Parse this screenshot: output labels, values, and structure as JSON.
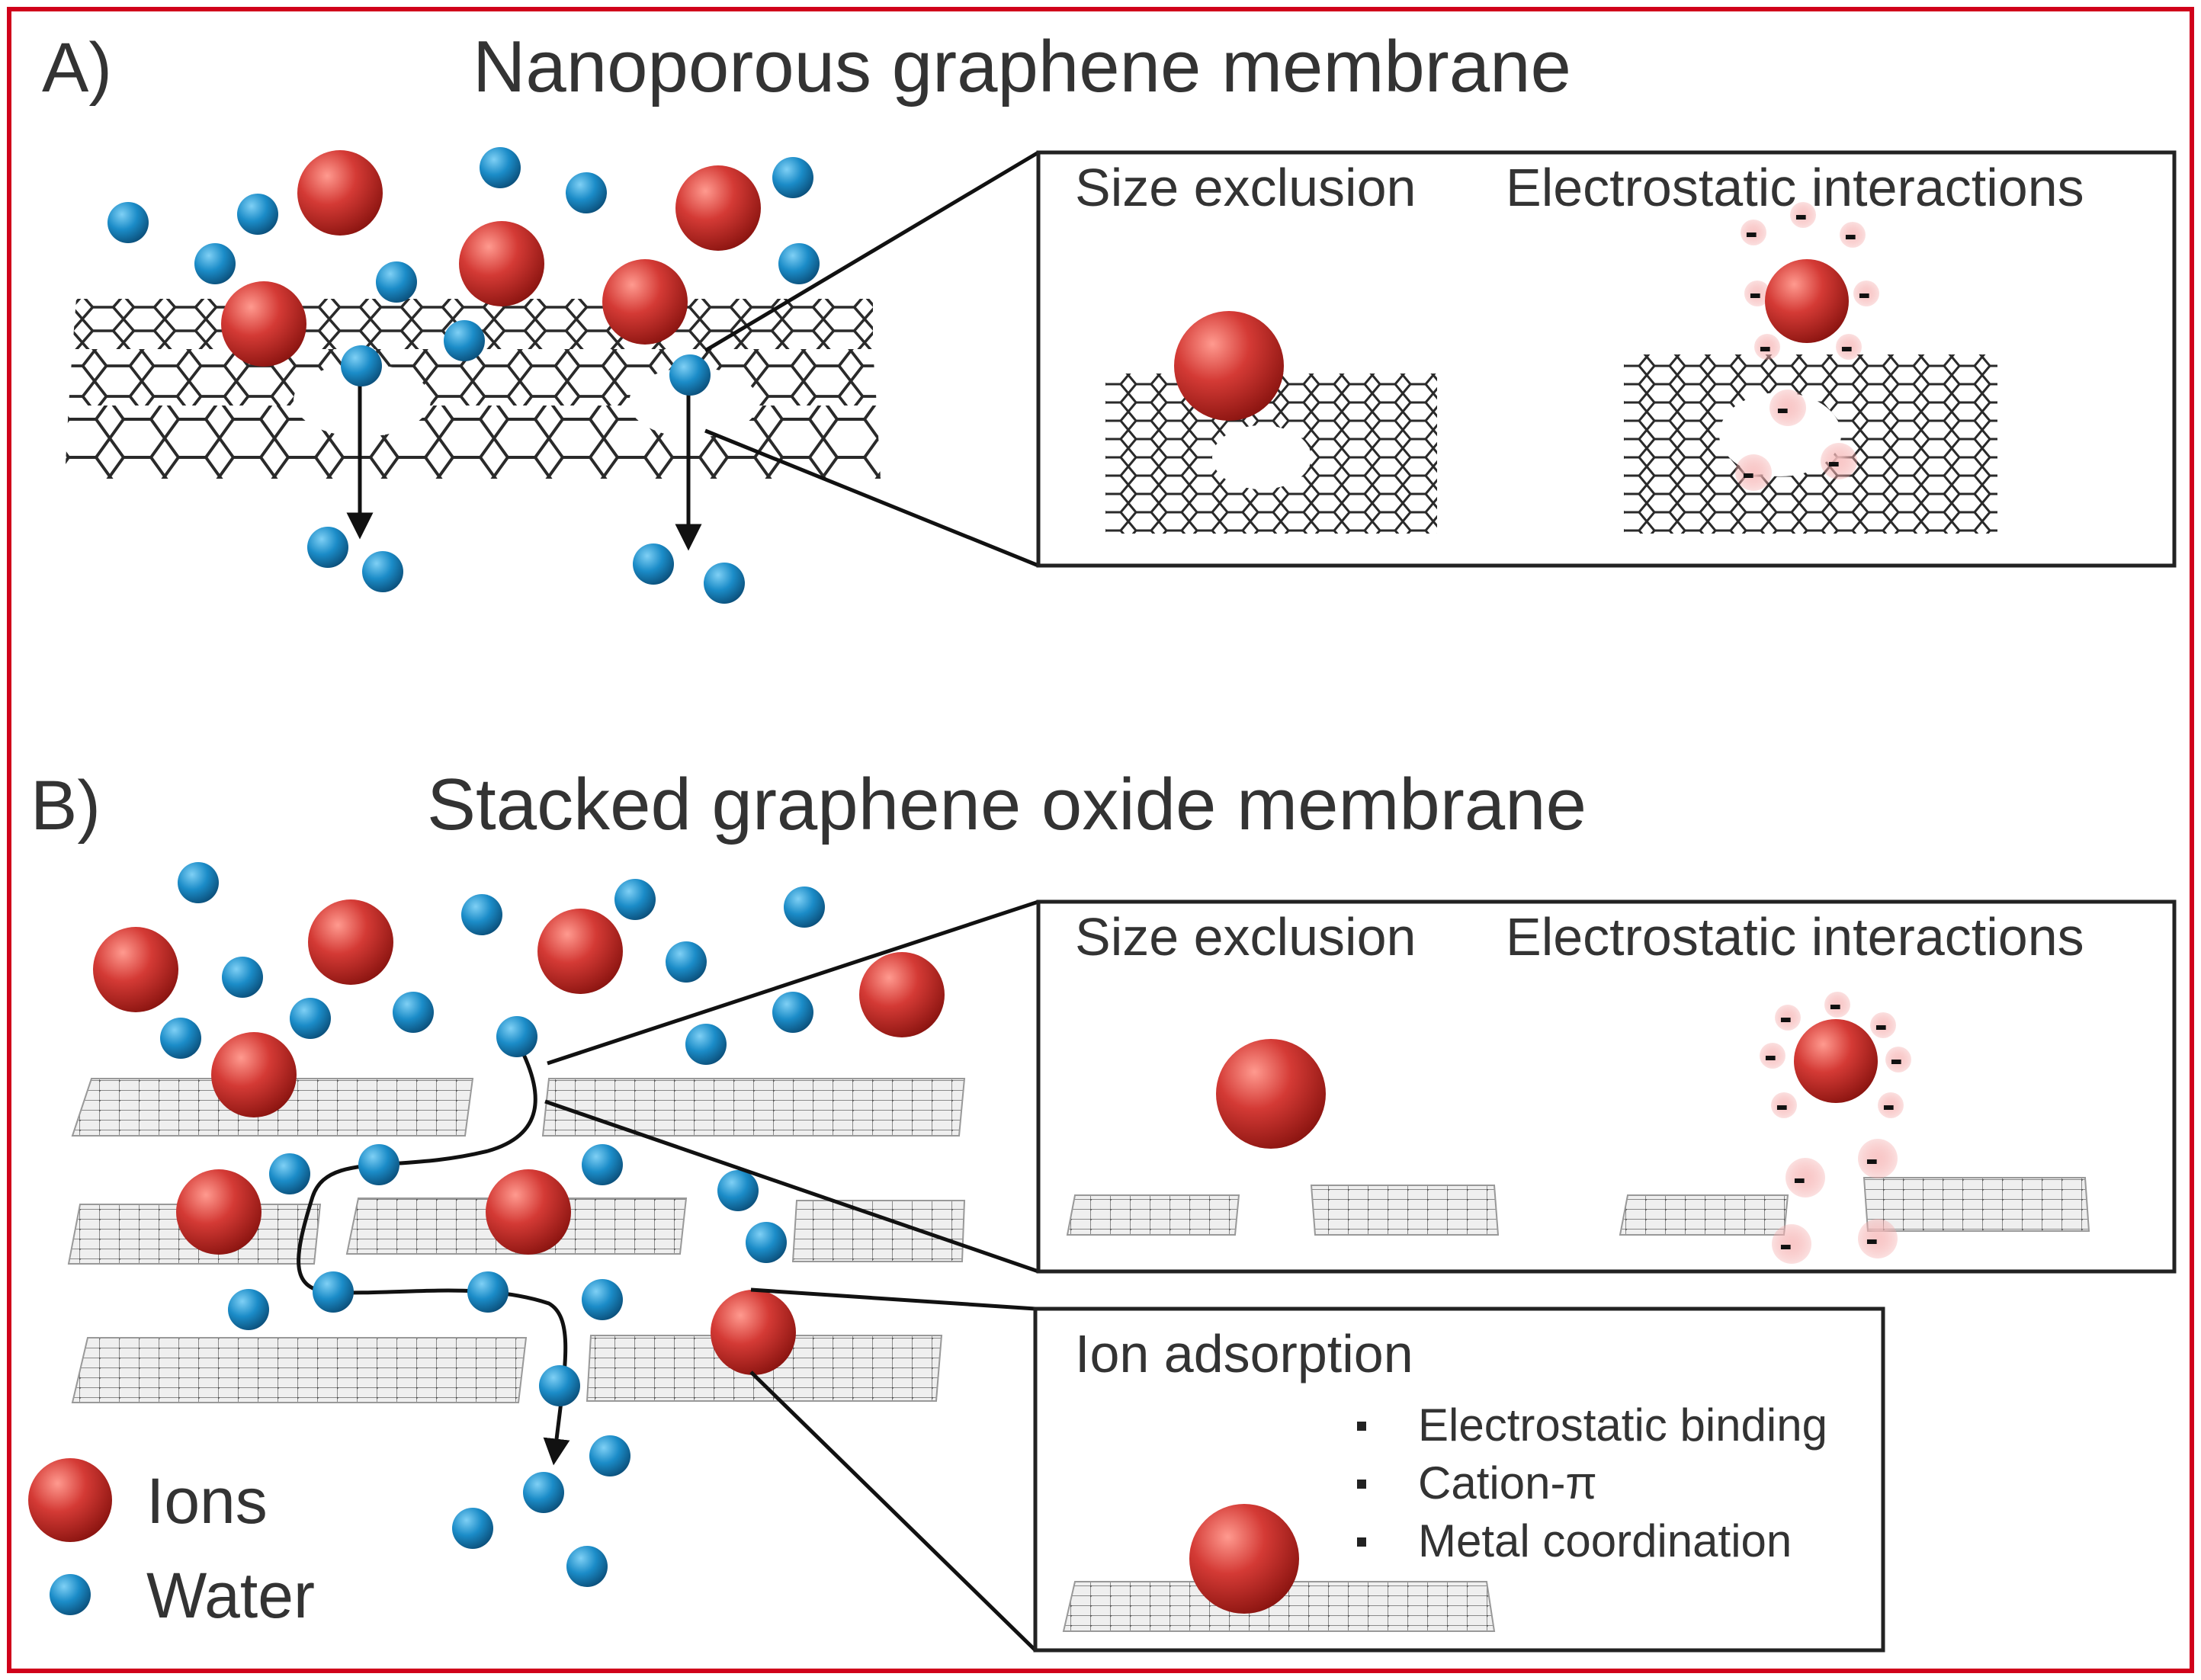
{
  "panel_a": {
    "letter": "A)",
    "title": "Nanoporous graphene membrane",
    "inset": {
      "size_exclusion": "Size exclusion",
      "electrostatic": "Electrostatic interactions"
    }
  },
  "panel_b": {
    "letter": "B)",
    "title": "Stacked graphene oxide membrane",
    "inset": {
      "size_exclusion": "Size exclusion",
      "electrostatic": "Electrostatic interactions"
    },
    "adsorption": {
      "title": "Ion adsorption",
      "bullets": [
        "Electrostatic binding",
        "Cation-π",
        "Metal coordination"
      ]
    }
  },
  "legend": {
    "ions": "Ions",
    "water": "Water"
  },
  "colors": {
    "frame": "#d0021b",
    "ion": "#d43a35",
    "water": "#1b8cc8",
    "charge_halo": "#f4a6a6"
  }
}
